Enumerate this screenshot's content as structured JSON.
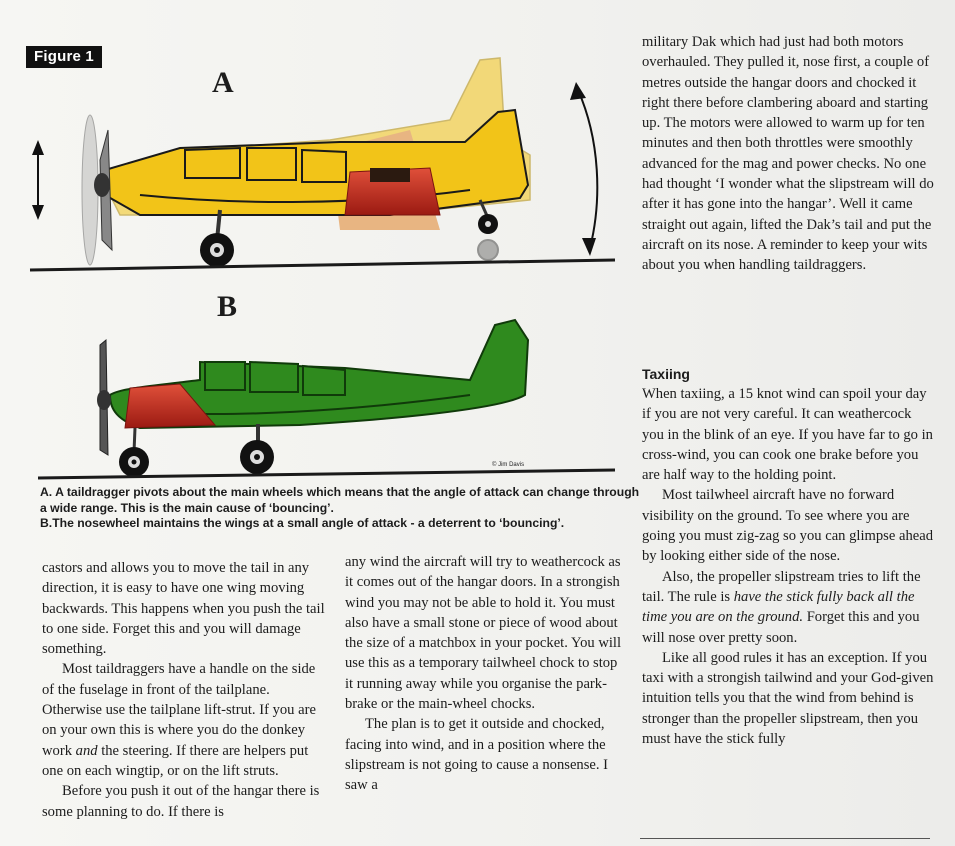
{
  "figure": {
    "label": "Figure 1",
    "letter_a": "A",
    "letter_b": "B",
    "credit": "© Jim Davis",
    "caption": [
      "A. A taildragger pivots about the main wheels which means that the angle of attack can change through a wide range. This is the main cause of ‘bouncing’.",
      "B.The nosewheel maintains the wings at a small angle of attack - a deterrent to ‘bouncing’."
    ],
    "colors": {
      "yellow": "#f2c418",
      "green": "#2f8a1e",
      "red": "#c0271d",
      "dark": "#1a1a1a"
    }
  },
  "col1": [
    "castors and allows you to move the tail in any direction, it is easy to have one wing moving backwards. This happens when you push the tail to one side. Forget this and you will damage something.",
    "Most taildraggers have a handle on the side of the fuselage in front of the tailplane. Otherwise use the tailplane lift-strut. If you are on your own this is where you do the donkey work ",
    "and",
    " the steering. If there are helpers put one on each wingtip, or on the lift struts.",
    "Before you push it out of the hangar there is some planning to do. If there is"
  ],
  "col2": [
    "any wind the aircraft will try to weathercock as it comes out of the hangar doors. In a strongish wind you may not be able to hold it. You must also have a small stone or piece of wood about the size of a matchbox in your pocket. You will use this as a temporary tailwheel chock to stop it running away while you organise the park-brake or the main-wheel chocks.",
    "The plan is to get it outside and chocked, facing into wind, and in a position where the slipstream is not going to cause a nonsense. I saw a"
  ],
  "col3_top": "military Dak which had just had both motors overhauled. They pulled it, nose first, a couple of metres outside the hangar doors and chocked it right there before clambering aboard and starting up. The motors were allowed to warm up for ten minutes and then both throttles were smoothly advanced for the mag and power checks. No one had thought ‘I wonder what the slipstream will do after it has gone into the hangar’. Well it came straight out again, lifted the Dak’s tail and put the aircraft on its nose. A reminder to keep your wits about you when handling taildraggers.",
  "taxiing": {
    "heading": "Taxiing",
    "p1": "When taxiing, a 15 knot wind can spoil your day if you are not very careful. It can weathercock you in the blink of an eye. If you have far to go in cross-wind, you can cook one brake before you are half way to the holding point.",
    "p2": "Most tailwheel aircraft have no forward visibility on the ground. To see where you are going you must zig-zag so you can glimpse ahead by looking either side of the nose.",
    "p3a": "Also, the propeller slipstream tries to lift the tail. The rule is ",
    "p3em": "have the stick fully back all the time you are on the ground.",
    "p3b": " Forget this and you will nose over pretty soon.",
    "p4": "Like all good rules it has an exception. If you taxi with a strongish tailwind and your God-given intuition tells you that the wind from behind is stronger than the propeller slipstream, then you must have the stick fully"
  }
}
